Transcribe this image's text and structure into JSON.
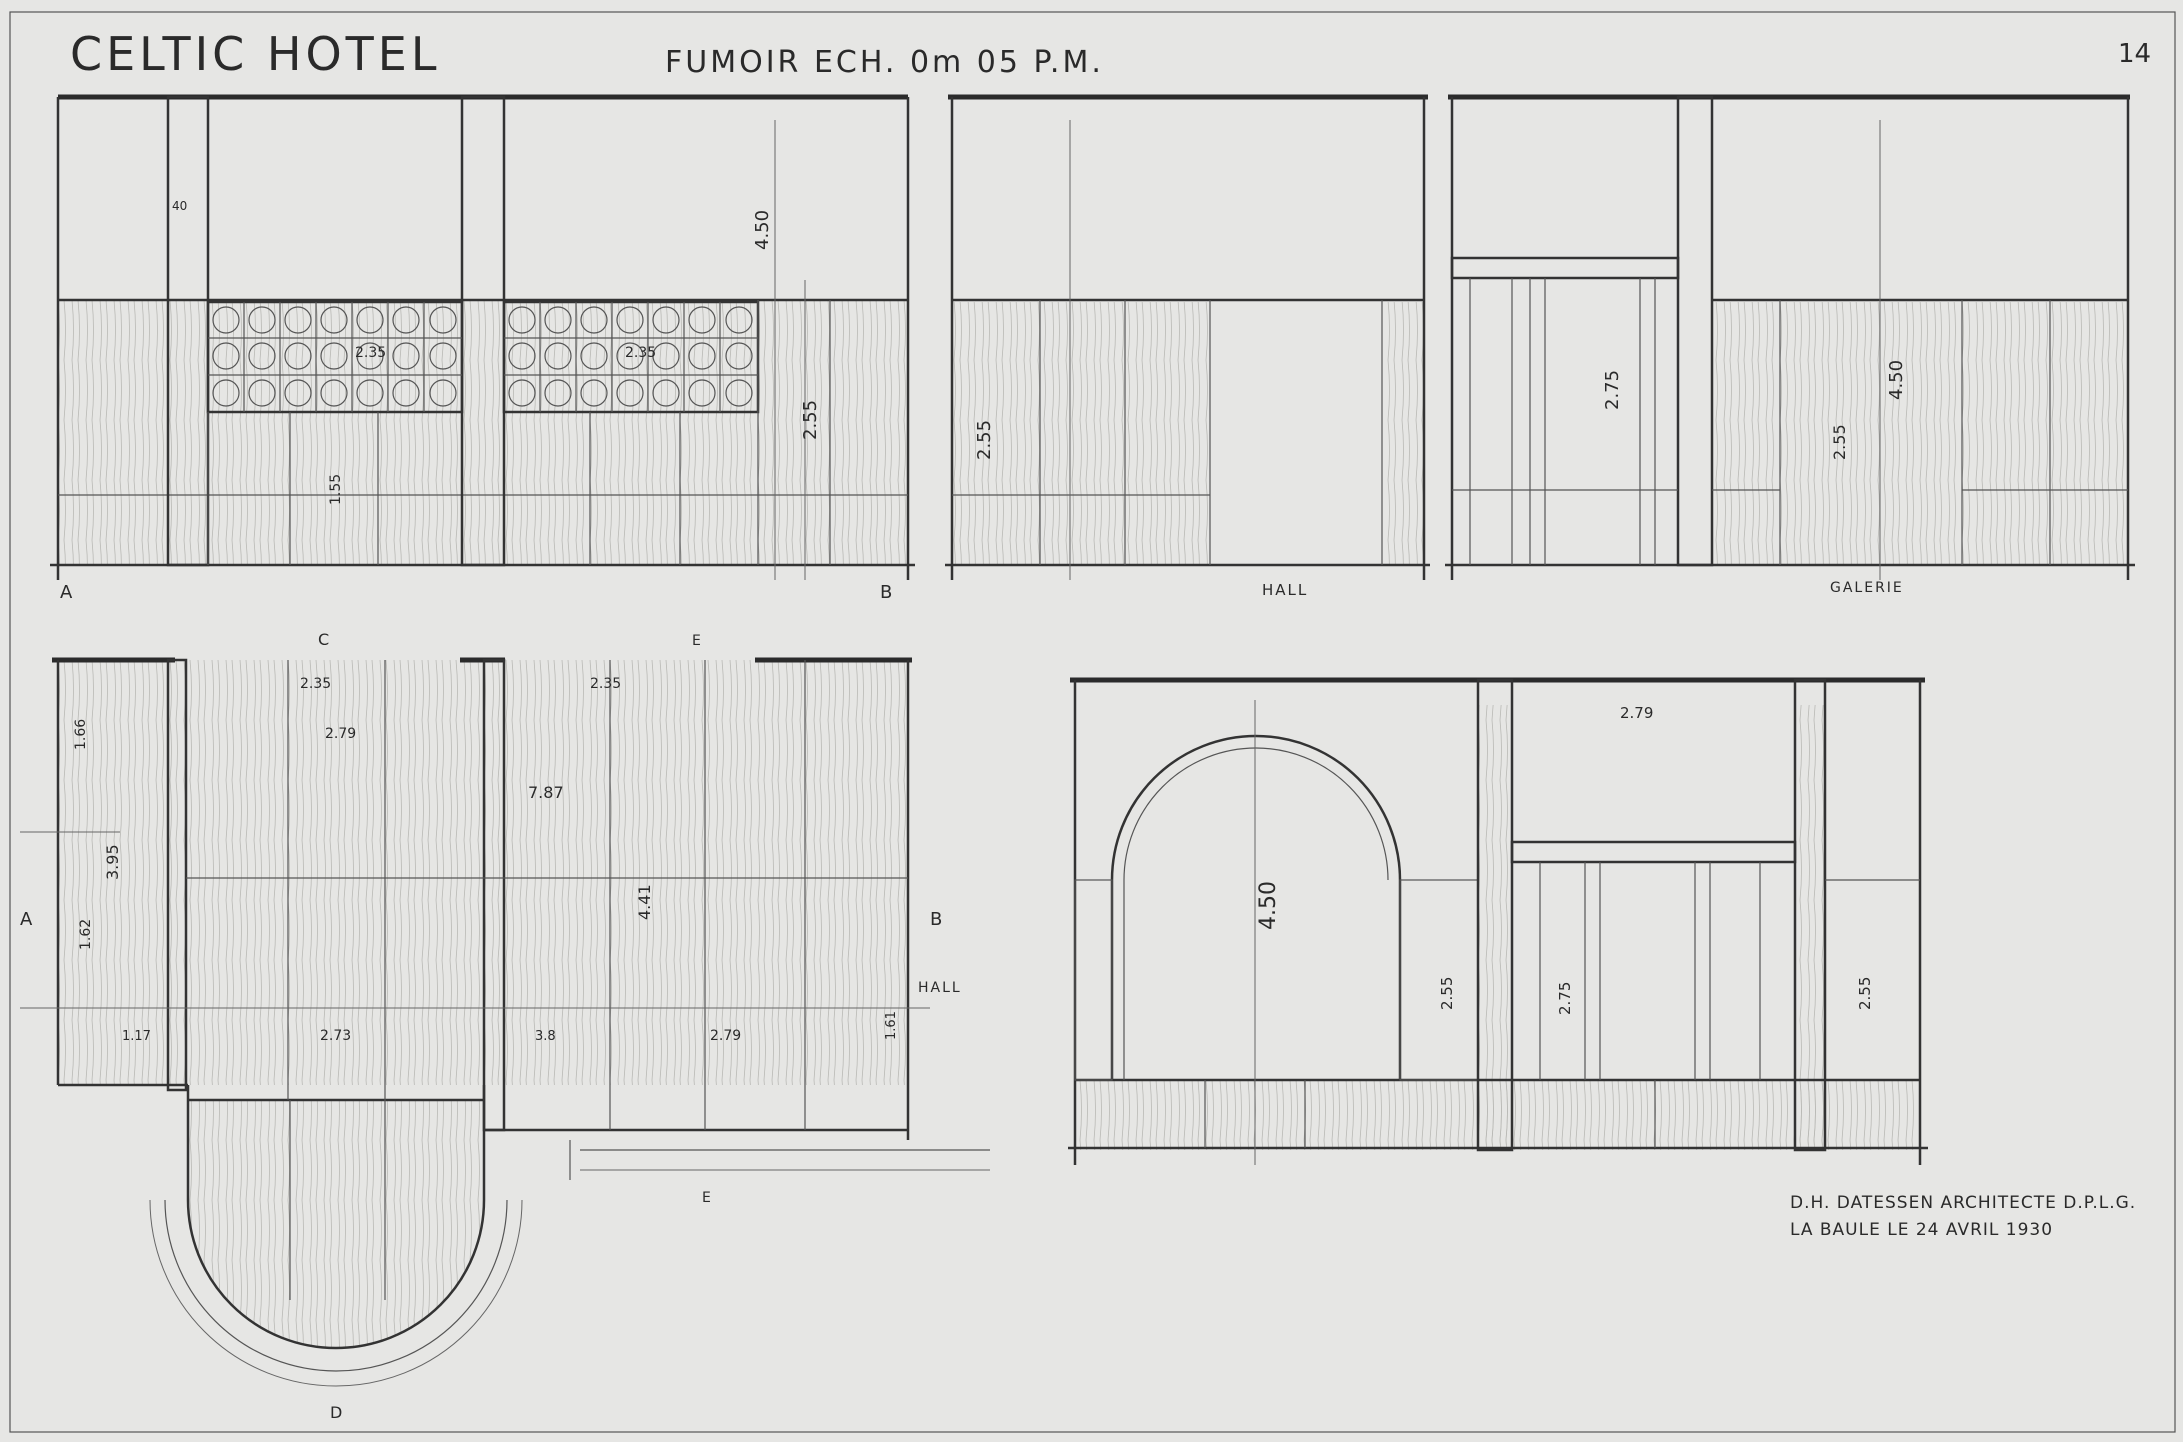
{
  "title": "CELTIC HOTEL",
  "subtitle": "FUMOIR   ECH. 0m 05 P.M.",
  "sheet_number": "14",
  "labels": {
    "hall_top": "HALL",
    "galerie": "GALERIE",
    "hall_plan": "HALL",
    "section_a_top": "A",
    "section_b_top": "B",
    "section_a_plan": "A",
    "section_b_plan": "B",
    "section_c": "C",
    "section_e_top": "E",
    "section_e_bottom": "E",
    "section_d": "D"
  },
  "dimensions": {
    "elev1_height": "4.50",
    "elev1_panel": "2.55",
    "elev1_lower": "1.55",
    "elev1_grid_a": "2.35",
    "elev1_grid_b": "2.35",
    "elev1_post": "40",
    "elev2_panel": "2.55",
    "elev3_door": "2.75",
    "elev3_height": "4.50",
    "elev3_panel": "2.55",
    "plan_a": "2.35",
    "plan_b": "2.35",
    "plan_c": "2.79",
    "plan_d": "7.87",
    "plan_e": "3.95",
    "plan_f": "4.41",
    "plan_g": "1.62",
    "plan_h": "1.66",
    "plan_i": "2.73",
    "plan_j": "2.79",
    "plan_k": "1.17",
    "plan_l": "1.61",
    "plan_m": "3.8",
    "elev4_width": "2.79",
    "elev4_arch": "4.50",
    "elev4_a": "2.55",
    "elev4_b": "2.75",
    "elev4_c": "2.55"
  },
  "signature": {
    "line1": "D.H. DATESSEN   ARCHITECTE D.P.L.G.",
    "line2": "LA BAULE  LE  24 AVRIL 1930"
  }
}
